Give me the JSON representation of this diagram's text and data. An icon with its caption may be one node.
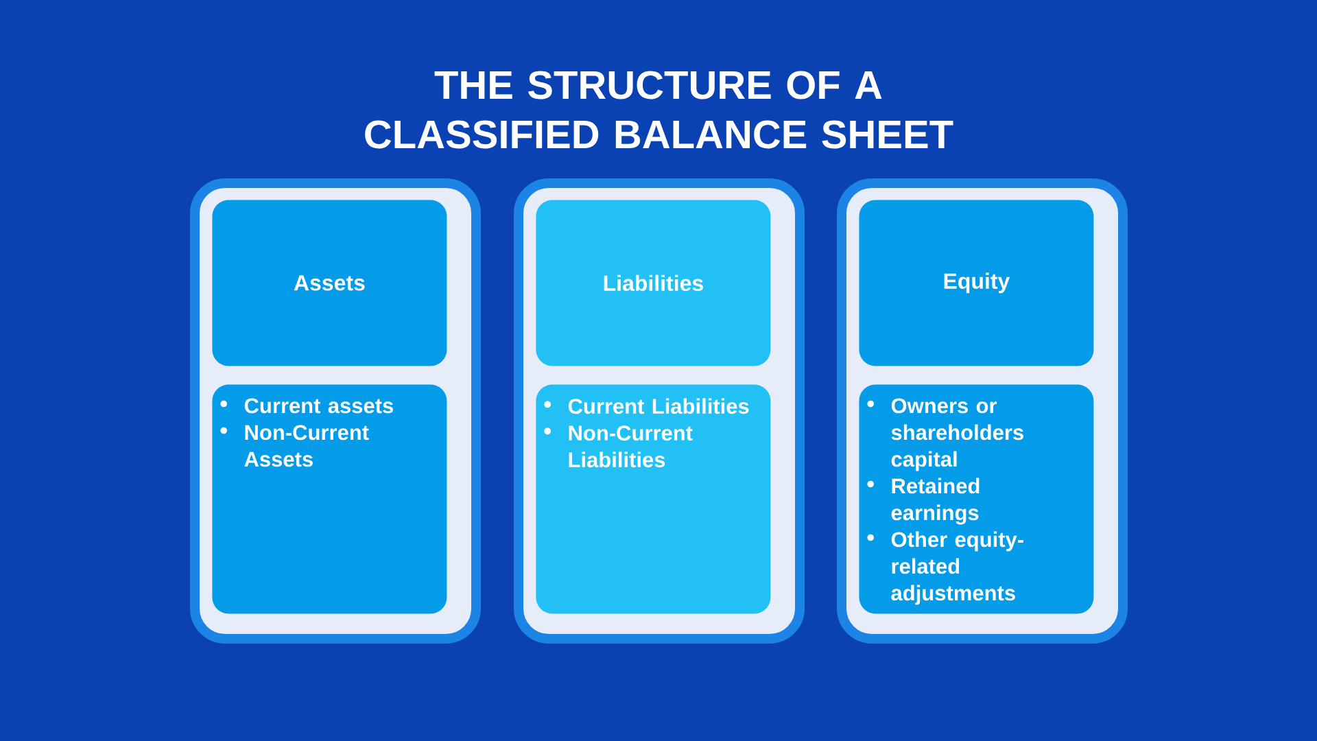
{
  "diagram": {
    "title": "THE STRUCTURE OF A CLASSIFIED BALANCE SHEET",
    "nodes": [
      {
        "text": [],
        "shape": "box"
      },
      {
        "text": [
          "Assets"
        ],
        "in": 0
      },
      {
        "text": [
          "Current assets",
          "Non-Current Assets"
        ],
        "in": 0
      },
      {
        "text": [],
        "shape": "box"
      },
      {
        "text": [
          "Liabilities"
        ],
        "in": 3
      },
      {
        "text": [
          "Current Liabilities",
          "Non-Current Liabilities"
        ],
        "in": 3
      },
      {
        "text": [],
        "shape": "box"
      },
      {
        "text": [
          "Equity"
        ],
        "in": 6
      },
      {
        "text": [
          "Owners or shareholders capital",
          "Retained earnings",
          "Other equity-related adjustments"
        ],
        "in": 6
      }
    ]
  }
}
